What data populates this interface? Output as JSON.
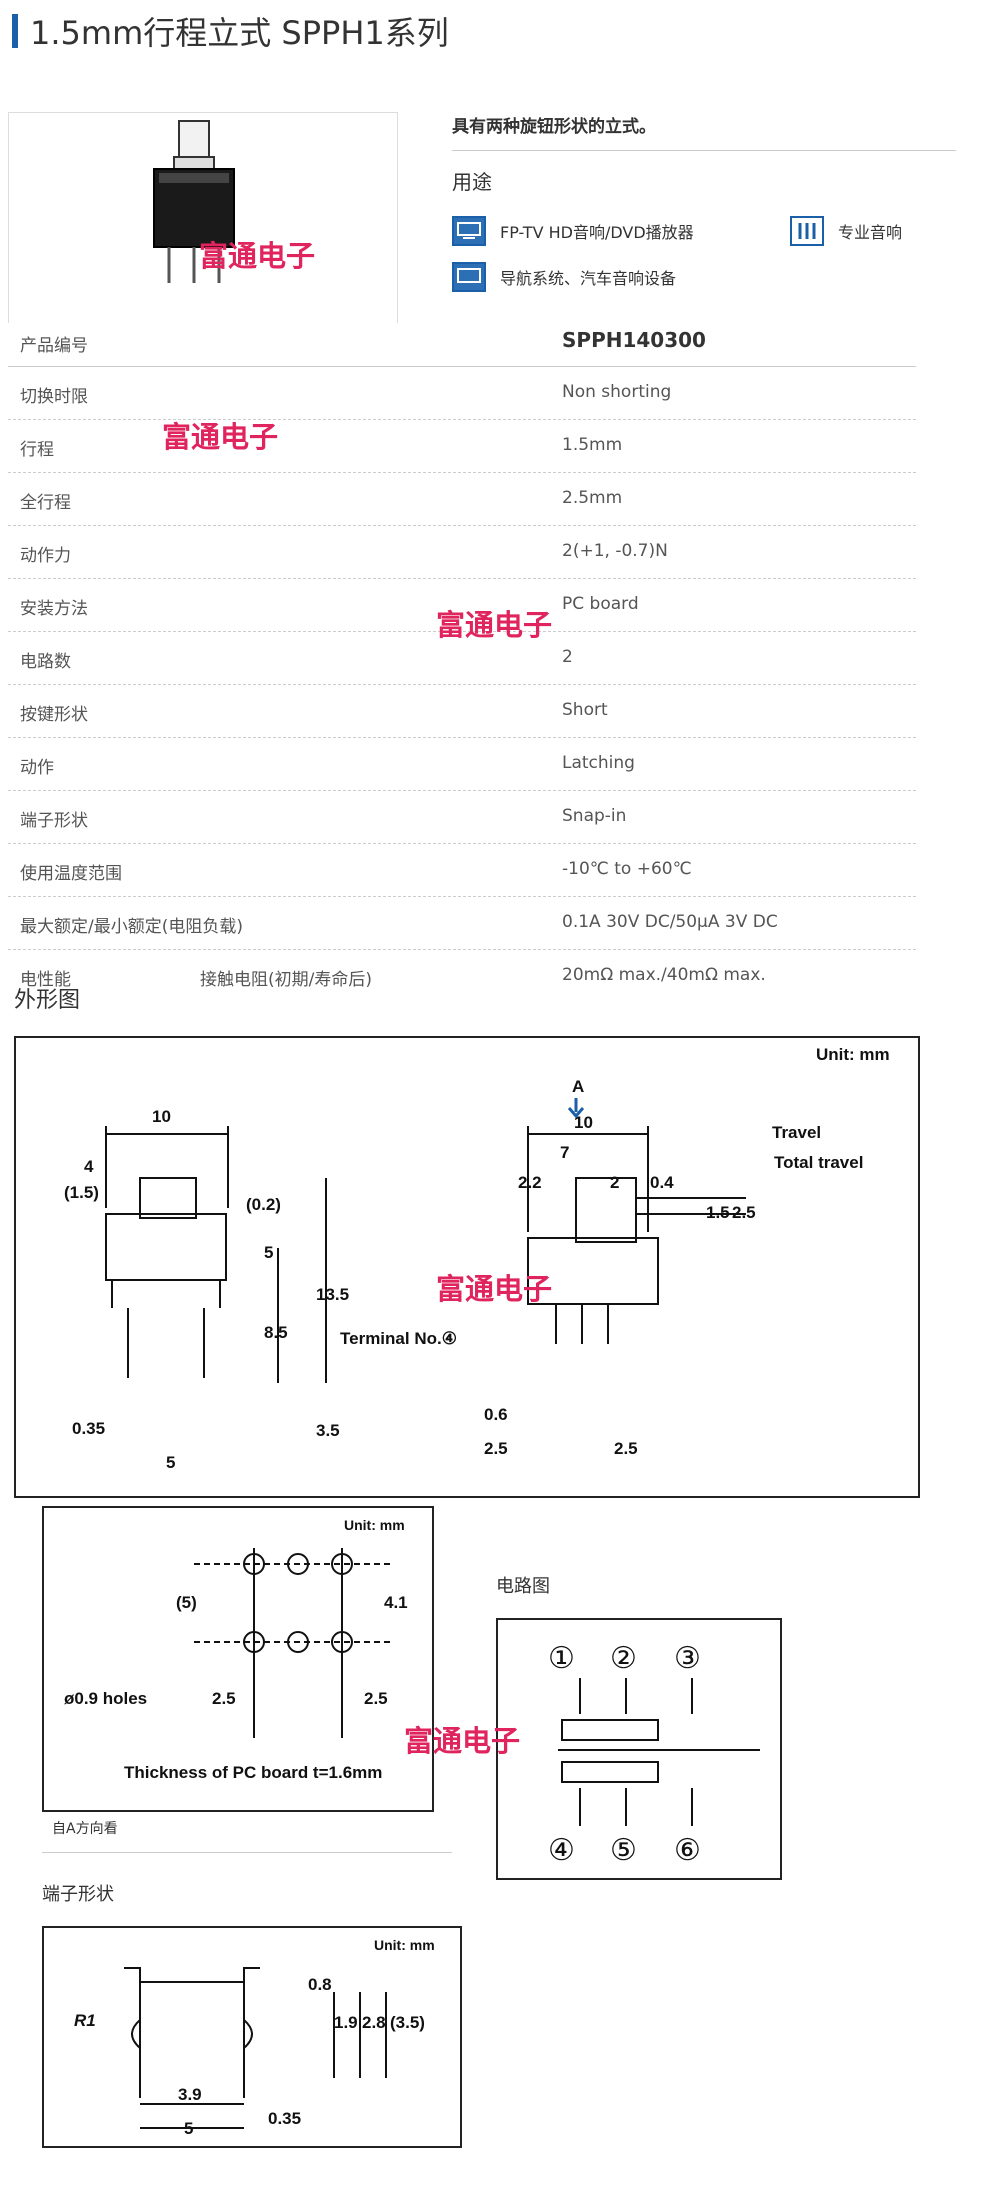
{
  "page_title": "1.5mm行程立式 SPPH1系列",
  "description": "具有两种旋钮形状的立式。",
  "usage": {
    "heading": "用途",
    "items": [
      {
        "label": "FP-TV HD音响/DVD播放器",
        "icon": "tv-icon"
      },
      {
        "label": "专业音响",
        "icon": "audio-equalizer-icon"
      },
      {
        "label": "导航系统、汽车音响设备",
        "icon": "monitor-icon"
      }
    ]
  },
  "specs": {
    "part_number_label": "产品编号",
    "part_number": "SPPH140300",
    "rows": [
      {
        "label": "切换时限",
        "value": "Non shorting"
      },
      {
        "label": "行程",
        "value": "1.5mm"
      },
      {
        "label": "全行程",
        "value": "2.5mm"
      },
      {
        "label": "动作力",
        "value": "2(+1, -0.7)N"
      },
      {
        "label": "安装方法",
        "value": "PC board"
      },
      {
        "label": "电路数",
        "value": "2"
      },
      {
        "label": "按键形状",
        "value": "Short"
      },
      {
        "label": "动作",
        "value": "Latching"
      },
      {
        "label": "端子形状",
        "value": "Snap-in"
      },
      {
        "label": "使用温度范围",
        "value": "-10℃ to +60℃"
      },
      {
        "label": "最大额定/最小额定(电阻负载)",
        "value": "0.1A 30V DC/50μA 3V DC"
      },
      {
        "label": "电性能",
        "sublabel": "接触电阻(初期/寿命后)",
        "value": "20mΩ max./40mΩ max."
      }
    ]
  },
  "watermark": "富通电子",
  "outline": {
    "heading": "外形图",
    "unit": "Unit: mm",
    "arrow_label": "A",
    "dims": {
      "w10": "10",
      "d4": "4",
      "d15": "(1.5)",
      "d02": "(0.2)",
      "d5": "5",
      "d135": "13.5",
      "d85": "8.5",
      "d35": "3.5",
      "d035": "0.35",
      "d5b": "5",
      "r10": "10",
      "r7": "7",
      "r22": "2.2",
      "r2": "2",
      "r04": "0.4",
      "r15": "1.5",
      "r25": "2.5",
      "r06": "0.6",
      "r25a": "2.5",
      "r25b": "2.5"
    },
    "travel": "Travel",
    "total_travel": "Total travel",
    "terminal": "Terminal No.④"
  },
  "pcb": {
    "unit": "Unit: mm",
    "d5": "(5)",
    "d41": "4.1",
    "holes": "ø0.9 holes",
    "d25a": "2.5",
    "d25b": "2.5",
    "thickness": "Thickness of PC board t=1.6mm",
    "note": "自A方向看"
  },
  "circuit": {
    "heading": "电路图",
    "top": [
      "①",
      "②",
      "③"
    ],
    "bottom": [
      "④",
      "⑤",
      "⑥"
    ]
  },
  "terminal_shape": {
    "heading": "端子形状",
    "unit": "Unit: mm",
    "r1": "R1",
    "d08": "0.8",
    "d19": "1.9",
    "d28": "2.8",
    "d35": "(3.5)",
    "d39": "3.9",
    "d5": "5",
    "d035": "0.35"
  }
}
